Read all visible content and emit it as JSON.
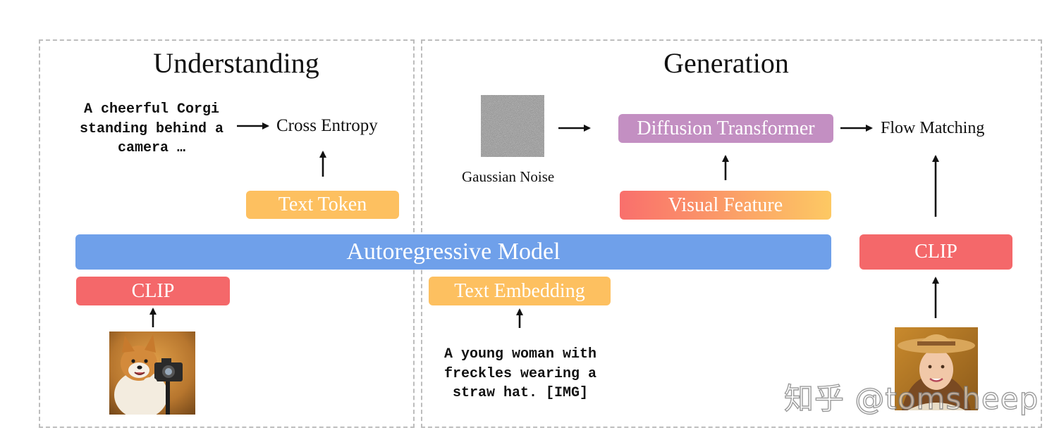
{
  "sections": {
    "understanding": "Understanding",
    "generation": "Generation"
  },
  "understanding": {
    "caption": "A cheerful Corgi\nstanding behind a\ncamera …",
    "cross_entropy": "Cross Entropy",
    "text_token": "Text Token",
    "clip": "CLIP"
  },
  "generation": {
    "noise_label": "Gaussian Noise",
    "diffusion": "Diffusion Transformer",
    "flow_matching": "Flow Matching",
    "visual_feature": "Visual Feature",
    "clip": "CLIP",
    "text_embedding": "Text Embedding",
    "prompt": "A young woman with\nfreckles wearing a\nstraw hat. [IMG]"
  },
  "model": {
    "label": "Autoregressive Model"
  },
  "watermark": "知乎 @tomsheep",
  "colors": {
    "model_blue": "#6fa0ea",
    "clip_red": "#f4686a",
    "token_orange": "#fdc060",
    "diffusion_purple": "#c38fc2",
    "visual_gradient_start": "#f96f6c",
    "visual_gradient_end": "#fdc963",
    "dashed_border": "#bdbdbd"
  }
}
